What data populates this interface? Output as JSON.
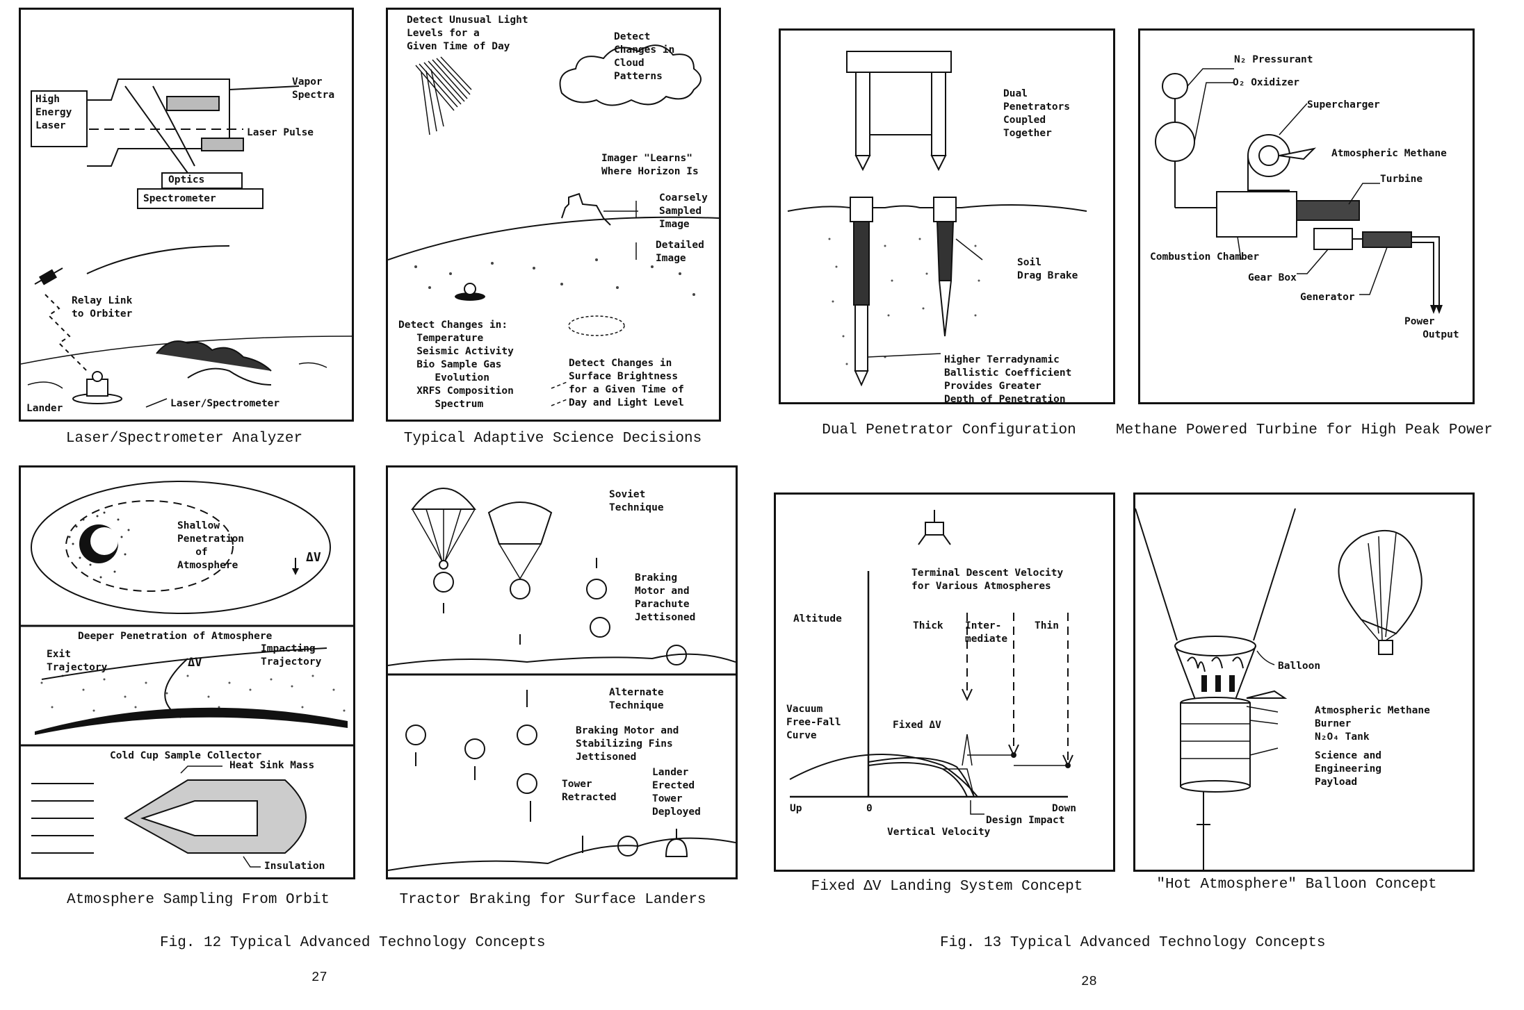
{
  "panels": {
    "laser": {
      "caption": "Laser/Spectrometer Analyzer",
      "labels": {
        "laser": "High\nEnergy\nLaser",
        "vapor": "Vapor\nSpectra",
        "pulse": "Laser Pulse",
        "optics": "Optics",
        "spectrometer": "Spectrometer",
        "relay": "Relay Link\nto Orbiter",
        "lander": "Lander",
        "laser_spec": "Laser/Spectrometer"
      }
    },
    "adaptive": {
      "caption": "Typical Adaptive Science Decisions",
      "labels": {
        "light": "Detect Unusual Light\nLevels for a\nGiven Time of Day",
        "cloud": "Detect\nChanges in\nCloud\nPatterns",
        "imager": "Imager \"Learns\"\nWhere Horizon Is",
        "coarse": "Coarsely\nSampled\nImage",
        "detailed": "Detailed\nImage",
        "changes": "Detect Changes in:\n   Temperature\n   Seismic Activity\n   Bio Sample Gas\n      Evolution\n   XRFS Composition\n      Spectrum",
        "brightness": "Detect Changes in\nSurface Brightness\nfor a Given Time of\nDay and Light Level"
      }
    },
    "atmos": {
      "caption": "Atmosphere Sampling From Orbit",
      "labels": {
        "shallow": "Shallow\nPenetration\n   of\nAtmosphere",
        "dv1": "ΔV",
        "deeper": "Deeper Penetration of Atmosphere",
        "exit": "Exit\nTrajectory",
        "dv2": "ΔV",
        "impacting": "Impacting\nTrajectory",
        "coldcup": "Cold Cup Sample Collector",
        "heatsink": "Heat Sink Mass",
        "insulation": "Insulation"
      }
    },
    "tractor": {
      "caption": "Tractor Braking for Surface Landers",
      "labels": {
        "soviet": "Soviet\nTechnique",
        "braking": "Braking\nMotor and\nParachute\nJettisoned",
        "alternate": "Alternate\nTechnique",
        "braking2": "Braking Motor and\nStabilizing Fins\nJettisoned",
        "tower": "Tower\nRetracted",
        "lander": "Lander\nErected\nTower\nDeployed"
      }
    },
    "dual": {
      "caption": "Dual Penetrator Configuration",
      "labels": {
        "dual": "Dual\nPenetrators\nCoupled\nTogether",
        "soil": "Soil\nDrag Brake",
        "higher": "Higher Terradynamic\nBallistic Coefficient\nProvides Greater\nDepth of Penetration"
      }
    },
    "methane": {
      "caption": "Methane Powered Turbine for High Peak Power",
      "labels": {
        "n2": "N₂ Pressurant",
        "o2": "O₂ Oxidizer",
        "supercharger": "Supercharger",
        "atm_methane": "Atmospheric Methane",
        "turbine": "Turbine",
        "combustion": "Combustion Chamber",
        "gearbox": "Gear Box",
        "generator": "Generator",
        "power": "Power\n   Output"
      }
    },
    "fixeddv": {
      "caption": "Fixed ΔV Landing System Concept",
      "labels": {
        "terminal": "Terminal Descent Velocity\nfor Various Atmospheres",
        "altitude": "Altitude",
        "thick": "Thick",
        "intermediate": "Inter-\nmediate",
        "thin": "Thin",
        "vacuum": "Vacuum\nFree-Fall\nCurve",
        "fixed": "Fixed ΔV",
        "up": "Up",
        "zero": "0",
        "down": "Down",
        "design": "Design Impact",
        "vertical": "Vertical Velocity"
      }
    },
    "balloon": {
      "caption": "\"Hot Atmosphere\" Balloon Concept",
      "labels": {
        "balloon": "Balloon",
        "atm_methane": "Atmospheric Methane",
        "burner": "Burner",
        "n2o4": "N₂O₄ Tank",
        "science": "Science and\nEngineering\nPayload"
      }
    }
  },
  "figures": {
    "fig12": "Fig. 12  Typical Advanced Technology Concepts",
    "fig13": "Fig. 13  Typical Advanced Technology Concepts"
  },
  "pages": {
    "left": "27",
    "right": "28"
  }
}
